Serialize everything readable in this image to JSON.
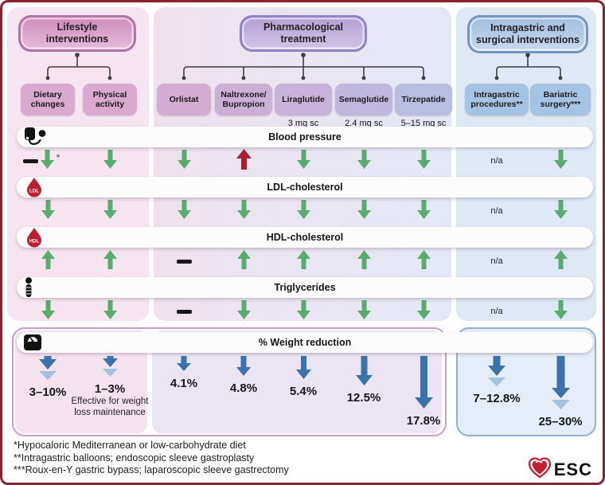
{
  "panels": [
    {
      "title": "Lifestyle interventions"
    },
    {
      "title": "Pharmacological treatment"
    },
    {
      "title": "Intragastric and surgical interventions"
    }
  ],
  "columns": [
    {
      "label": "Dietary changes",
      "sub": ""
    },
    {
      "label": "Physical activity",
      "sub": ""
    },
    {
      "label": "Orlistat",
      "sub": ""
    },
    {
      "label": "Naltrexone/ Bupropion",
      "sub": ""
    },
    {
      "label": "Liraglutide",
      "sub": "3 mg sc"
    },
    {
      "label": "Semaglutide",
      "sub": "2.4 mg sc"
    },
    {
      "label": "Tirzepatide",
      "sub": "5–15 mg sc"
    },
    {
      "label": "Intragastric procedures**",
      "sub": ""
    },
    {
      "label": "Bariatric surgery***",
      "sub": ""
    }
  ],
  "na_label": "n/a",
  "rows": [
    {
      "label": "Blood pressure",
      "icon": "blood-pressure",
      "cells": [
        "dash down *",
        "down",
        "down",
        "redup",
        "down",
        "down",
        "down",
        "na",
        "down"
      ]
    },
    {
      "label": "LDL-cholesterol",
      "icon": "ldl-drop",
      "cells": [
        "down",
        "down",
        "down",
        "down",
        "down",
        "down",
        "down",
        "na",
        "down"
      ]
    },
    {
      "label": "HDL-cholesterol",
      "icon": "hdl-drop",
      "cells": [
        "up",
        "up",
        "dash",
        "up",
        "up",
        "up",
        "up",
        "na",
        "up"
      ]
    },
    {
      "label": "Triglycerides",
      "icon": "triglyceride",
      "cells": [
        "down",
        "down",
        "dash",
        "down",
        "down",
        "down",
        "down",
        "na",
        "down"
      ]
    }
  ],
  "weight": {
    "title": "% Weight reduction",
    "cells": [
      {
        "value": "3–10%",
        "note": ""
      },
      {
        "value": "1–3%",
        "note": "Effective for weight loss maintenance"
      },
      {
        "value": "4.1%",
        "note": ""
      },
      {
        "value": "4.8%",
        "note": ""
      },
      {
        "value": "5.4%",
        "note": ""
      },
      {
        "value": "12.5%",
        "note": ""
      },
      {
        "value": "17.8%",
        "note": ""
      },
      {
        "value": "7–12.8%",
        "note": ""
      },
      {
        "value": "25–30%",
        "note": ""
      }
    ]
  },
  "icon_names": {
    "ldl_text": "LDL",
    "hdl_text": "HDL"
  },
  "footnotes": [
    "*Hypocaloric Mediterranean or low-carbohydrate diet",
    "**Intragastric balloons; endoscopic sleeve gastroplasty",
    "***Roux-en-Y gastric bypass; laparoscopic sleeve gastrectomy"
  ],
  "logo": {
    "text": "ESC"
  },
  "colors": {
    "outer_border": "#8e2130",
    "green": "#58ac6e",
    "red": "#a81e2d",
    "blue_dark": "#3a72ac",
    "blue_light": "#a2c2de",
    "panel_pink": "#f6e5f1",
    "panel_mid_left": "#efe2ee",
    "panel_mid_right": "#e4e8f6",
    "panel_blue": "#dfe9f5",
    "header_lifestyle_border": "#b272a4",
    "header_pharma_border": "#8f82c4",
    "header_surgical_border": "#7195c0",
    "box_lifestyle": "#d9a9ce",
    "box_orlistat": "#d3abd3",
    "box_naltrexone": "#ccafd7",
    "box_liraglutide": "#c7b2da",
    "box_semaglutide": "#c0b7de",
    "box_tirzepatide": "#b9bde2",
    "box_surgical": "#a5c3e2",
    "weight_left_border": "#cf9dc5",
    "weight_left_bg_lifestyle": "#f5e2ef",
    "weight_left_bg_pharma": "#eae4f3",
    "weight_right_border": "#8fb2d6",
    "weight_right_bg": "#e4edf8",
    "connector": "#3e3e3e",
    "logo_red": "#c41e30"
  }
}
